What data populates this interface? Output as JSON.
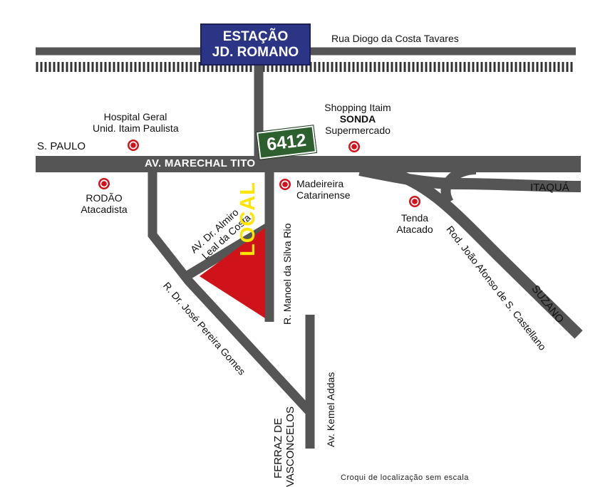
{
  "colors": {
    "road": "#555555",
    "station_bg": "#2c3486",
    "sign_bg": "#2d5f2f",
    "local_fill": "#d0121b",
    "local_text": "#ffe600",
    "poi_marker": "#d0121b"
  },
  "station": {
    "line1": "ESTAÇÃO",
    "line2": "JD. ROMANO"
  },
  "sign": {
    "number": "6412"
  },
  "local": {
    "label": "LOCAL"
  },
  "roads": {
    "rua_diogo": "Rua Diogo da Costa Tavares",
    "av_marechal_tito": "AV. MARECHAL TITO",
    "s_paulo": "S. PAULO",
    "itaqua": "ITAQUÁ",
    "av_almiro_line1": "AV. Dr. Almiro",
    "av_almiro_line2": "Leal da Costa",
    "r_manoel": "R. Manoel da Silva Rio",
    "r_jose": "R. Dr. José Pereira Gomes",
    "rod_joao": "Rod. João Afonso de S. Castellano",
    "suzano": "SUZANO",
    "av_kemel": "Av. Kemel Addas",
    "ferraz_line1": "FERRAZ DE",
    "ferraz_line2": "VASCONCELOS"
  },
  "pois": {
    "hospital": {
      "line1": "Hospital Geral",
      "line2": "Unid. Itaim Paulista",
      "icon": "poi-marker-icon"
    },
    "sonda": {
      "line1": "Shopping Itaim",
      "line2": "SONDA",
      "line3": "Supermercado",
      "icon": "poi-marker-icon"
    },
    "rodao": {
      "line1": "RODÃO",
      "line2": "Atacadista",
      "icon": "poi-marker-icon"
    },
    "madeireira": {
      "line1": "Madeireira",
      "line2": "Catarinense",
      "icon": "poi-marker-icon"
    },
    "tenda": {
      "line1": "Tenda",
      "line2": "Atacado",
      "icon": "poi-marker-icon"
    }
  },
  "footnote": "Croqui de localização sem escala"
}
